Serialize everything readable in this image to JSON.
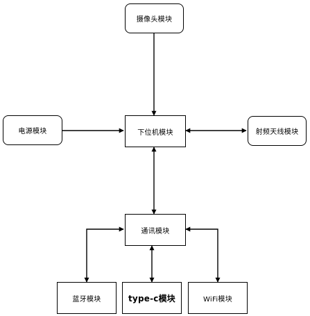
{
  "nodes": {
    "camera": "摄像头模块",
    "mcu": "下位机模块",
    "power": "电源模块",
    "rf": "射频天线模块",
    "comm": "通讯模块",
    "bluetooth": "蓝牙模块",
    "typec": "type-c模块",
    "wifi": "WiFi模块"
  }
}
